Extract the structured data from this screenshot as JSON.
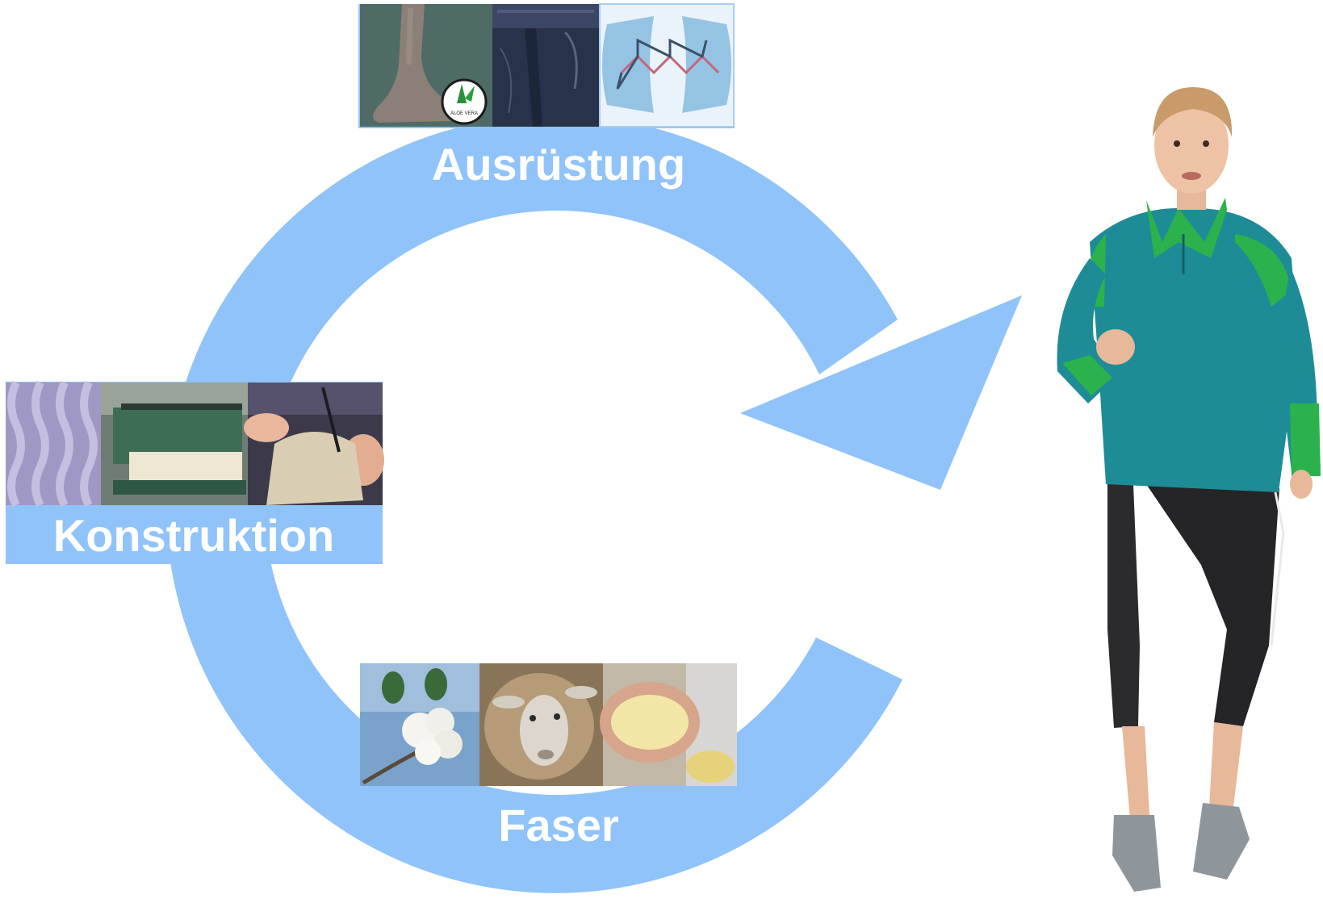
{
  "cycle": {
    "arrow_color": "#8fc3fa",
    "stages": [
      {
        "id": "ausruestung",
        "label": "Ausrüstung",
        "photos": [
          "stocking-leg-photo",
          "jeans-photo",
          "molecule-capsule-photo"
        ],
        "badge_text": "ALOE VERA"
      },
      {
        "id": "konstruktion",
        "label": "Konstruktion",
        "photos": [
          "knit-fabric-photo",
          "loom-machine-photo",
          "hand-knitting-photo"
        ]
      },
      {
        "id": "faser",
        "label": "Faser",
        "photos": [
          "cotton-boll-photo",
          "sheep-photo",
          "polymer-granules-photo"
        ]
      }
    ]
  },
  "runner": {
    "icon": "runner-woman-photo",
    "jacket_color": "#1e8c96",
    "accent_color": "#2bb24c"
  }
}
